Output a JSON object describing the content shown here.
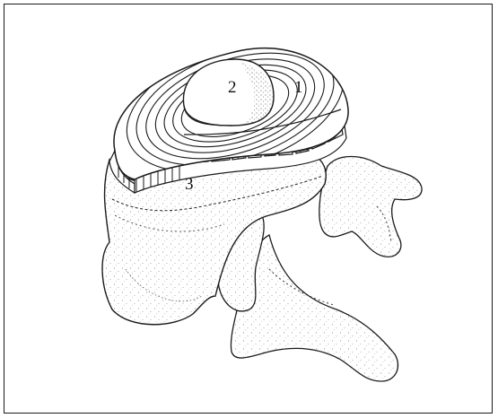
{
  "labels": {
    "one": "1",
    "two": "2",
    "three": "3"
  },
  "colors": {
    "ink": "#1a1a1a",
    "paper": "#ffffff",
    "stipple": "#7a7a7a"
  }
}
